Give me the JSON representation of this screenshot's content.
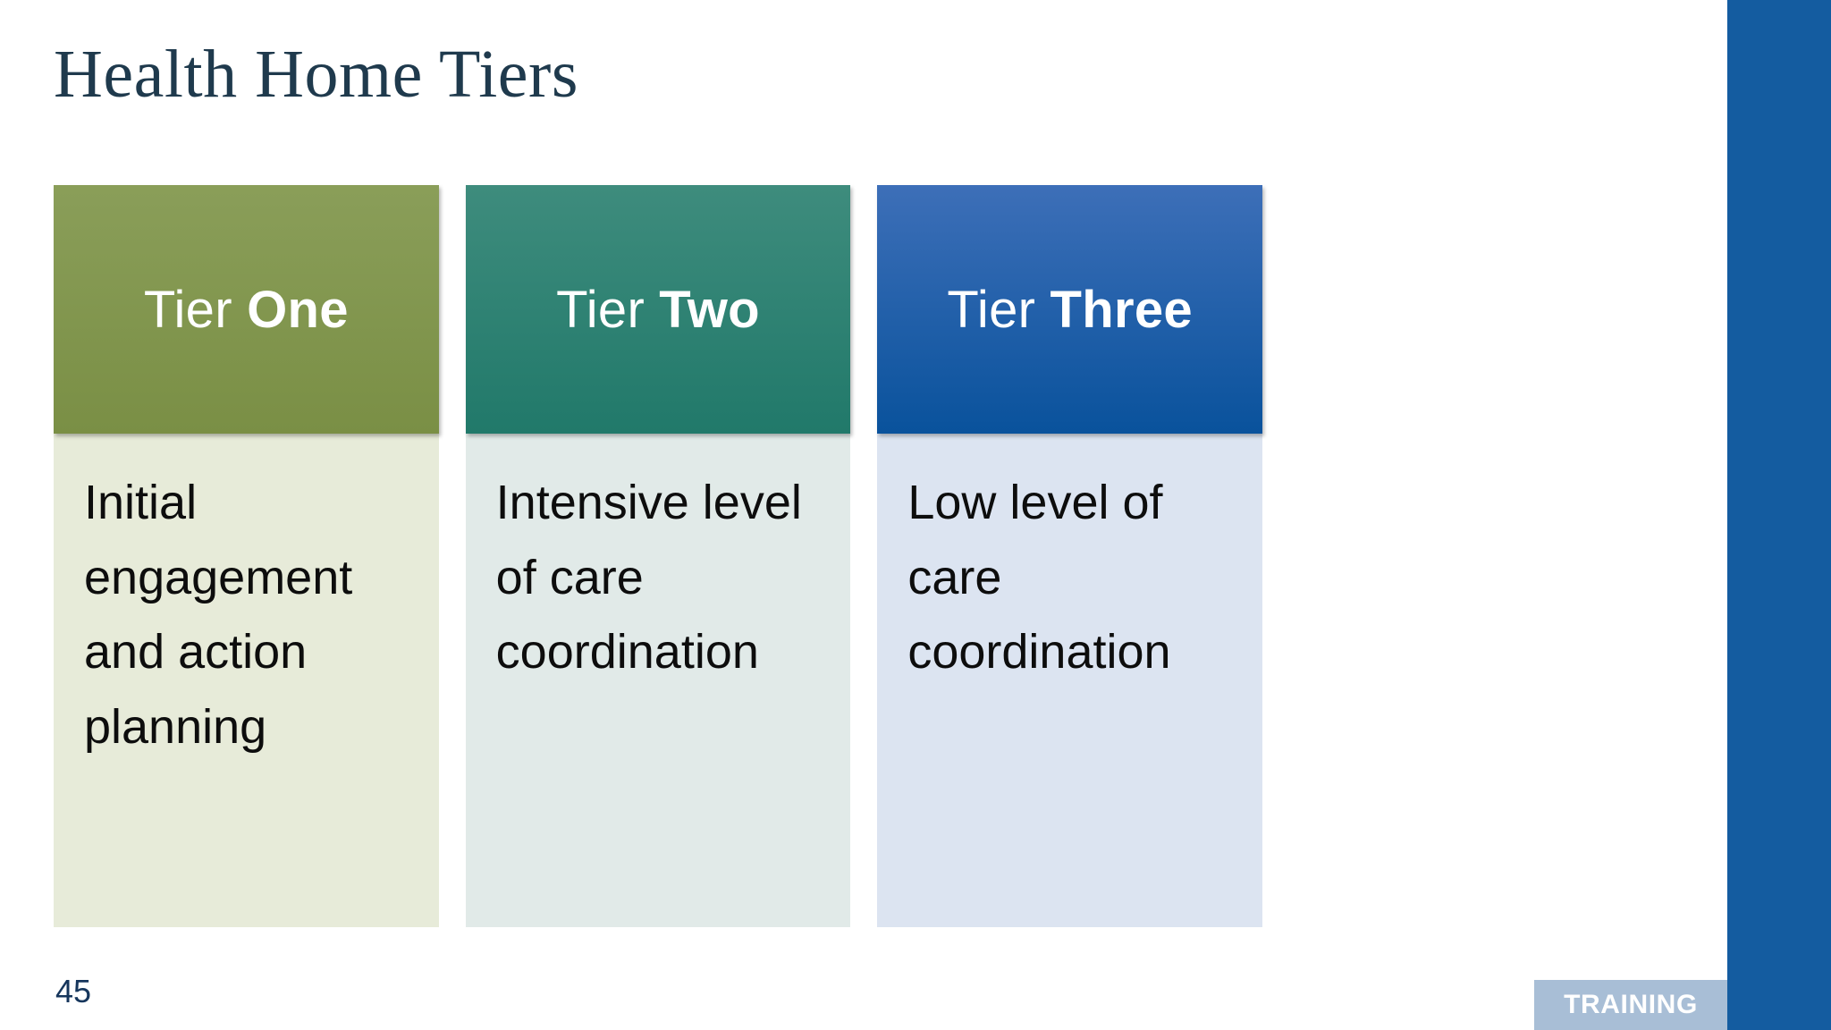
{
  "slide": {
    "title": "Health Home Tiers",
    "page_number": "45",
    "badge_label": "TRAINING",
    "accent_bar_color": "#145CA0",
    "title_color": "#1F3A4D",
    "background_color": "#FFFFFF"
  },
  "tiers": [
    {
      "header_prefix": "Tier",
      "header_emphasis": "One",
      "body": "Initial engagement and action planning",
      "header_color_top": "#8A9E59",
      "header_color_bottom": "#7A8F45",
      "body_color": "#E7EBD9"
    },
    {
      "header_prefix": "Tier",
      "header_emphasis": "Two",
      "body": "Intensive level of care coordination",
      "header_color_top": "#3E8C7D",
      "header_color_bottom": "#21796A",
      "body_color": "#E1EAE8"
    },
    {
      "header_prefix": "Tier",
      "header_emphasis": "Three",
      "body": "Low level of care coordination",
      "header_color_top": "#3D6FB8",
      "header_color_bottom": "#09529C",
      "body_color": "#DCE4F1"
    }
  ]
}
